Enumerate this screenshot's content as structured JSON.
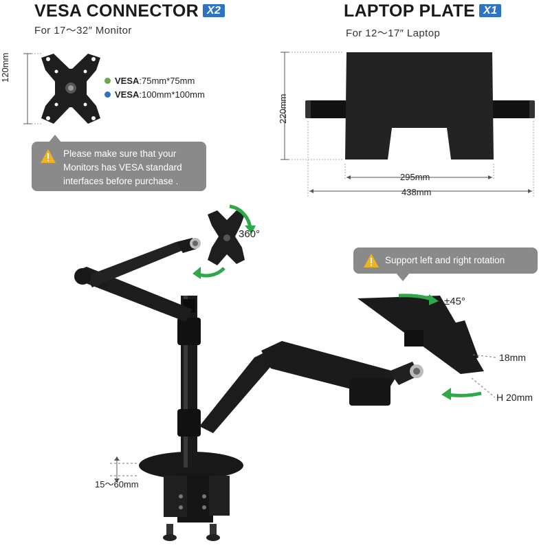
{
  "vesa": {
    "title": "VESA CONNECTOR",
    "badge": "X2",
    "subtitle": "For 17～32″ Monitor",
    "dim_height": "120mm",
    "spec1_bold": "VESA",
    "spec1_rest": ":75mm*75mm",
    "spec2_bold": "VESA",
    "spec2_rest": ":100mm*100mm",
    "spec1_color": "#6aa84f",
    "spec2_color": "#2f74c0"
  },
  "notice": {
    "line1": "Please make sure that your",
    "line2": "Monitors has VESA standard",
    "line3": "interfaces before purchase ."
  },
  "laptop": {
    "title": "LAPTOP PLATE",
    "badge": "X1",
    "subtitle": "For 12～17″ Laptop",
    "dim_height": "220mm",
    "dim_inner_width": "295mm",
    "dim_outer_width": "438mm"
  },
  "rotation": {
    "monitor": "360°",
    "tilt_notice": "Support left and right rotation",
    "laptop_tilt": "±45°"
  },
  "dims": {
    "clip": "18mm",
    "hook_height": "H 20mm",
    "desk_clamp": "15～60mm"
  },
  "colors": {
    "badge": "#2f74c0",
    "arrow_green": "#2fa84a",
    "notice_bg": "#8a8a8a",
    "warn_yellow": "#f0b323"
  }
}
